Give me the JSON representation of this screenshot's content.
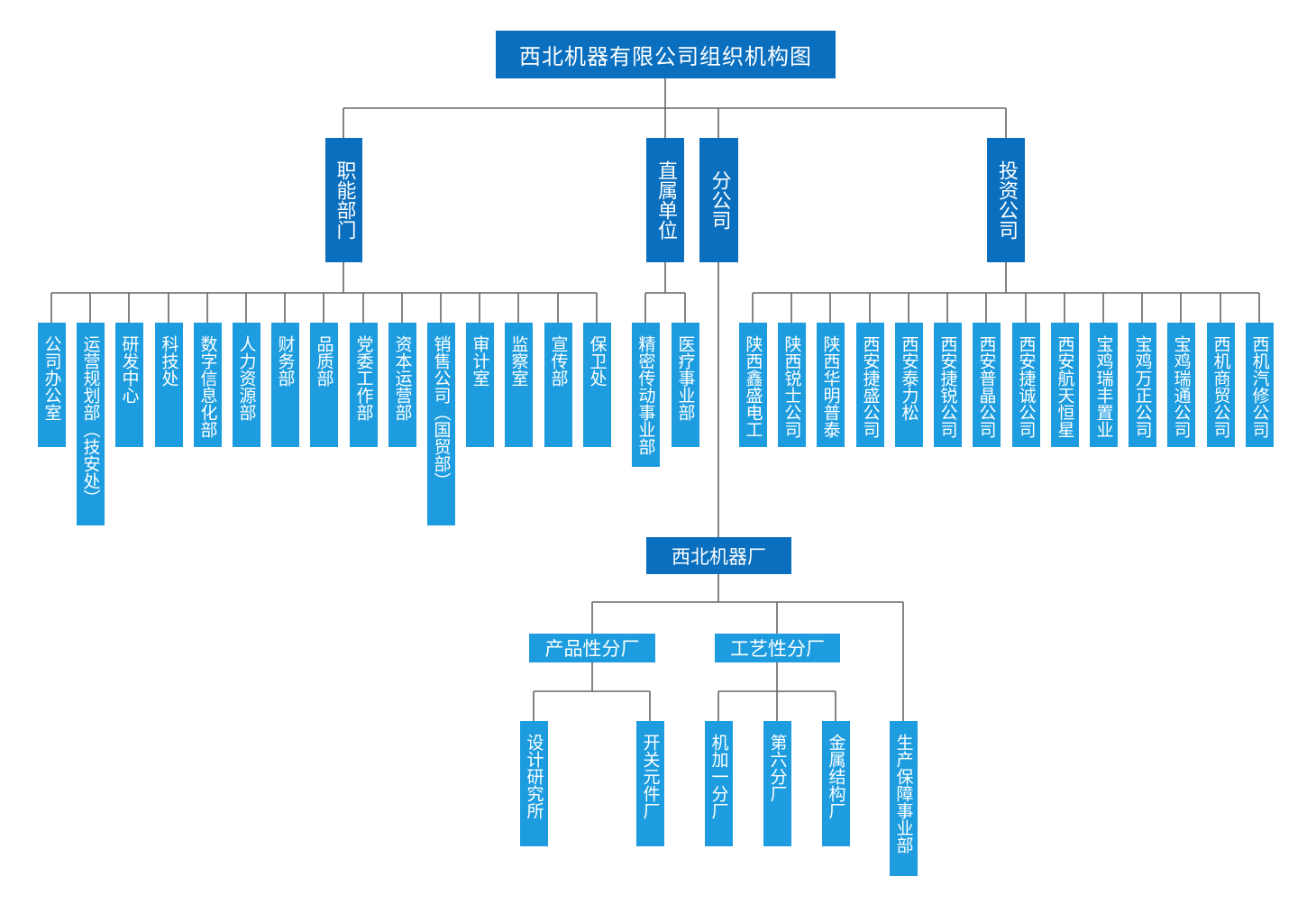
{
  "title": "西北机器有限公司组织机构图",
  "colors": {
    "dark_box": "#0a6fbe",
    "light_box": "#1d9de0",
    "connector": "#666666"
  },
  "categories": {
    "functional": "职能部门",
    "direct": "直属单位",
    "branch": "分公司",
    "investment": "投资公司"
  },
  "functional_units": [
    "公司办公室",
    "运营规划部（技安处）",
    "研发中心",
    "科技处",
    "数字信息化部",
    "人力资源部",
    "财务部",
    "品质部",
    "党委工作部",
    "资本运营部",
    "销售公司（国贸部）",
    "审计室",
    "监察室",
    "宣传部",
    "保卫处"
  ],
  "direct_units": [
    "精密传动事业部",
    "医疗事业部"
  ],
  "investment_units": [
    "陕西鑫盛电工",
    "陕西锐士公司",
    "陕西华明普泰",
    "西安捷盛公司",
    "西安泰力松",
    "西安捷锐公司",
    "西安普晶公司",
    "西安捷诚公司",
    "西安航天恒星",
    "宝鸡瑞丰置业",
    "宝鸡万正公司",
    "宝鸡瑞通公司",
    "西机商贸公司",
    "西机汽修公司"
  ],
  "factory": {
    "name": "西北机器厂",
    "product_branch": "产品性分厂",
    "process_branch": "工艺性分厂",
    "product_units": [
      "设计研究所",
      "开关元件厂"
    ],
    "process_units": [
      "机加一分厂",
      "第六分厂",
      "金属结构厂"
    ],
    "support_unit": "生产保障事业部"
  }
}
